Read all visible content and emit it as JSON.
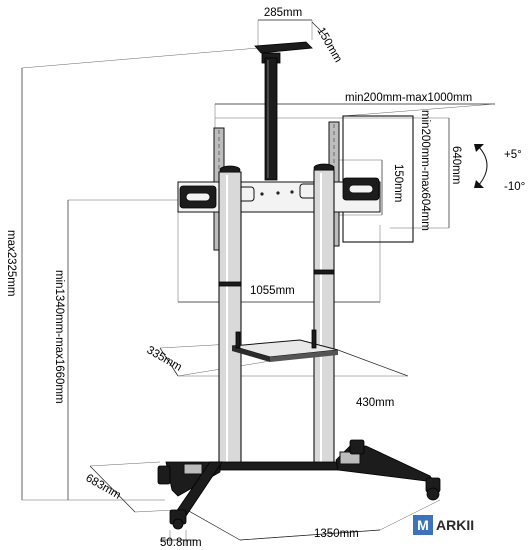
{
  "dimensions": {
    "top_width": "285mm",
    "top_depth": "150mm",
    "vesa_horizontal": "min200mm-max1000mm",
    "vesa_vertical": "min200mm-max604mm",
    "bracket_height": "640mm",
    "bracket_arm_height": "150mm",
    "tilt_up": "+5°",
    "tilt_down": "-10°",
    "bracket_width": "1055mm",
    "overall_height": "max2325mm",
    "mount_height_range": "min1340mm-max1660mm",
    "shelf_depth": "335mm",
    "shelf_width": "430mm",
    "base_depth": "683mm",
    "base_width": "1350mm",
    "pole_diameter": "50.8mm"
  },
  "logo": {
    "letter": "M",
    "text": "ARKII",
    "colors": {
      "letter_bg": "#3b74b8",
      "text": "#2a2a2a",
      "accent": "#d21f26"
    }
  }
}
